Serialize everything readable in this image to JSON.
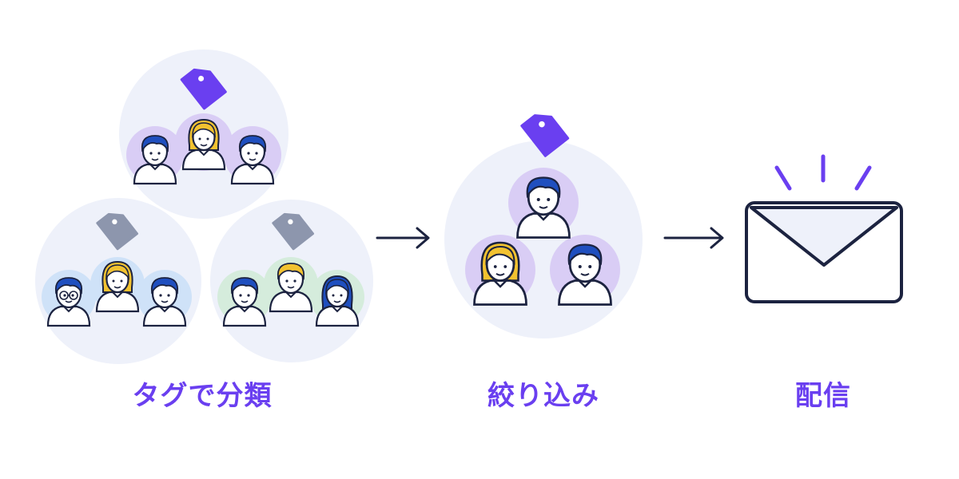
{
  "steps": [
    {
      "label": "タグで分類"
    },
    {
      "label": "絞り込み"
    },
    {
      "label": "配信"
    }
  ],
  "colors": {
    "accent": "#6a3ff0",
    "group_bg": "#eef1fa",
    "tag_purple": "#6a3ff0",
    "tag_gray": "#8d96ad",
    "ring_purple": "#d9cdf5",
    "ring_blue": "#cfe2f8",
    "ring_green": "#d5ecdc",
    "hair_blue": "#1f4fbf",
    "hair_yellow": "#f2c230",
    "skin": "#ffffff",
    "line": "#1c2340",
    "envelope_fill": "#eef1fa"
  },
  "icons": [
    "tag-icon",
    "person-icon",
    "arrow-right-icon",
    "envelope-icon"
  ]
}
